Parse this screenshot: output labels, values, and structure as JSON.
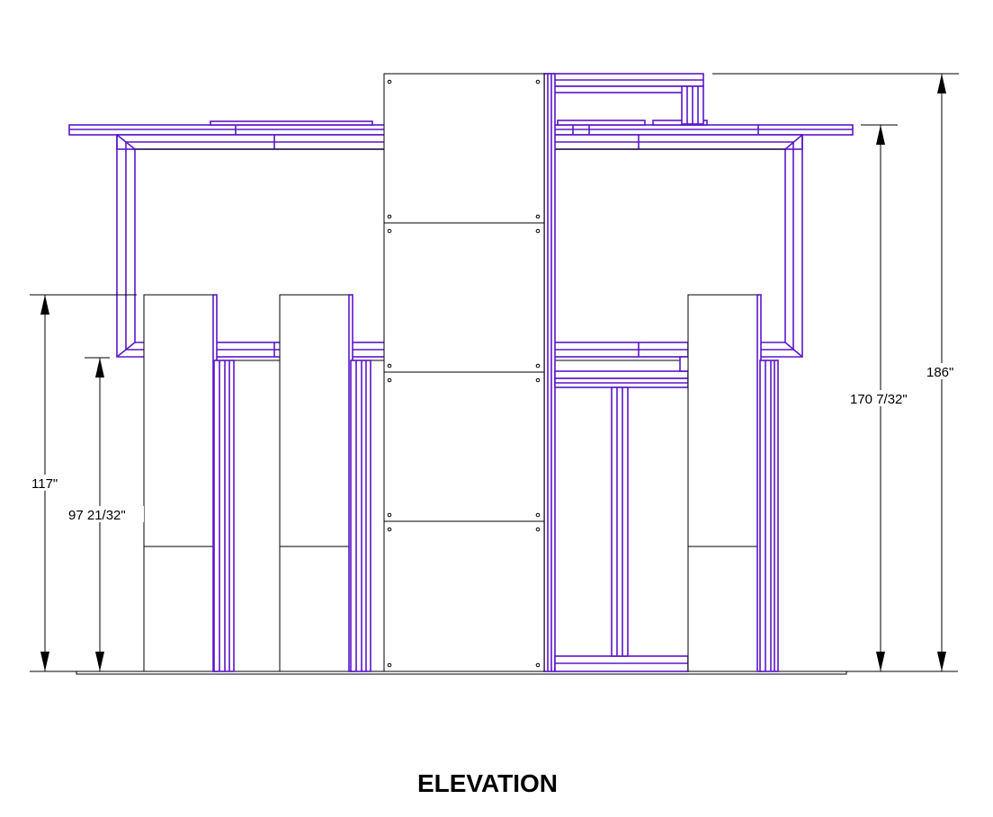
{
  "drawing": {
    "title": "ELEVATION",
    "colors": {
      "frame": "#5a16c8",
      "line": "#000000",
      "background": "#ffffff"
    },
    "dimensions": {
      "left_outer": "117\"",
      "left_inner": "97 21/32\"",
      "right_inner": "170 7/32\"",
      "right_outer": "186\""
    }
  }
}
